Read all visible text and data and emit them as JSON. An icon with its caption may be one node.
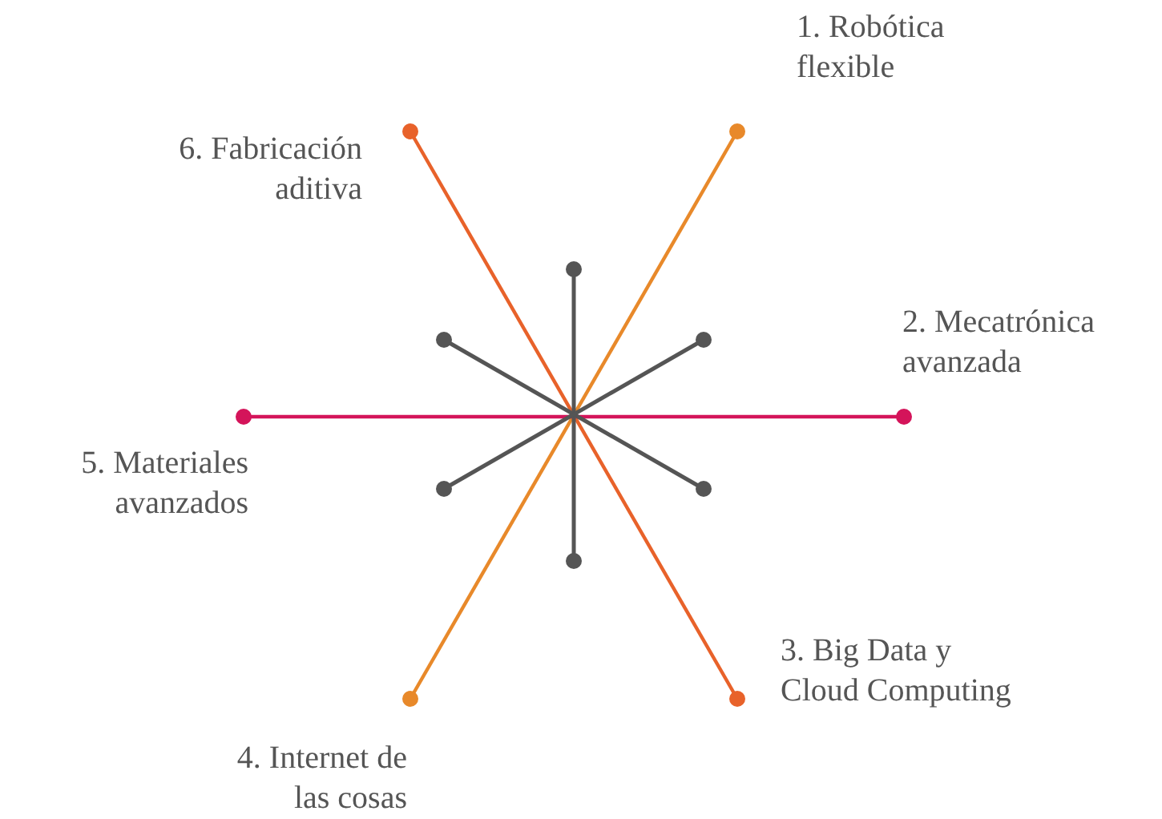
{
  "diagram": {
    "labels": [
      "1. Robótica flexible",
      "6. Fabricación aditiva",
      "2. Mecatrónica avanzada",
      "5. Materiales avanzados",
      "3. Big Data y Cloud Computing",
      "4. Internet de las cosas"
    ]
  }
}
